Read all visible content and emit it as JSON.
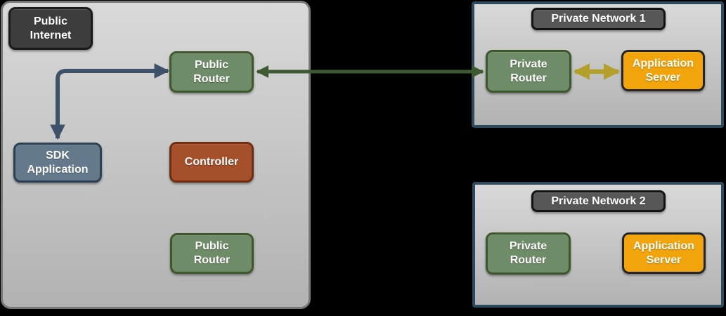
{
  "colors": {
    "background": "#000000",
    "zone_fill_top": "#d9d9d9",
    "zone_fill_bottom": "#b2b2b2",
    "public_zone_border": "#777777",
    "private_zone_border": "#2d4a5e",
    "dark_label_fill": "#3d3d3d",
    "dark_label_border": "#1a1a1a",
    "title_fill": "#575757",
    "title_border": "#141414",
    "router_fill": "#6f8c68",
    "router_border": "#3f572c",
    "sdk_fill": "#64798c",
    "sdk_border": "#2d3f52",
    "controller_fill": "#a54f2b",
    "controller_border": "#6f2e12",
    "appserver_fill": "#f1a40b",
    "appserver_border": "#252525",
    "node_text": "#ffffff"
  },
  "public_internet": {
    "label": "Public\nInternet",
    "public_router_top": "Public\nRouter",
    "sdk_application": "SDK\nApplication",
    "controller": "Controller",
    "public_router_bottom": "Public\nRouter"
  },
  "private_network_1": {
    "title": "Private Network 1",
    "private_router": "Private\nRouter",
    "application_server": "Application\nServer"
  },
  "private_network_2": {
    "title": "Private Network 2",
    "private_router": "Private\nRouter",
    "application_server": "Application\nServer"
  },
  "connections": [
    {
      "between": "SDK Application and Public Router",
      "type": "double-arrow",
      "color": "#3d5268"
    },
    {
      "between": "Public Router and Private Router (Network 1)",
      "type": "double-arrow",
      "color": "#3d5a30"
    },
    {
      "between": "Private Router and Application Server (Network 1)",
      "type": "double-arrow",
      "color": "#b2a02b"
    }
  ]
}
